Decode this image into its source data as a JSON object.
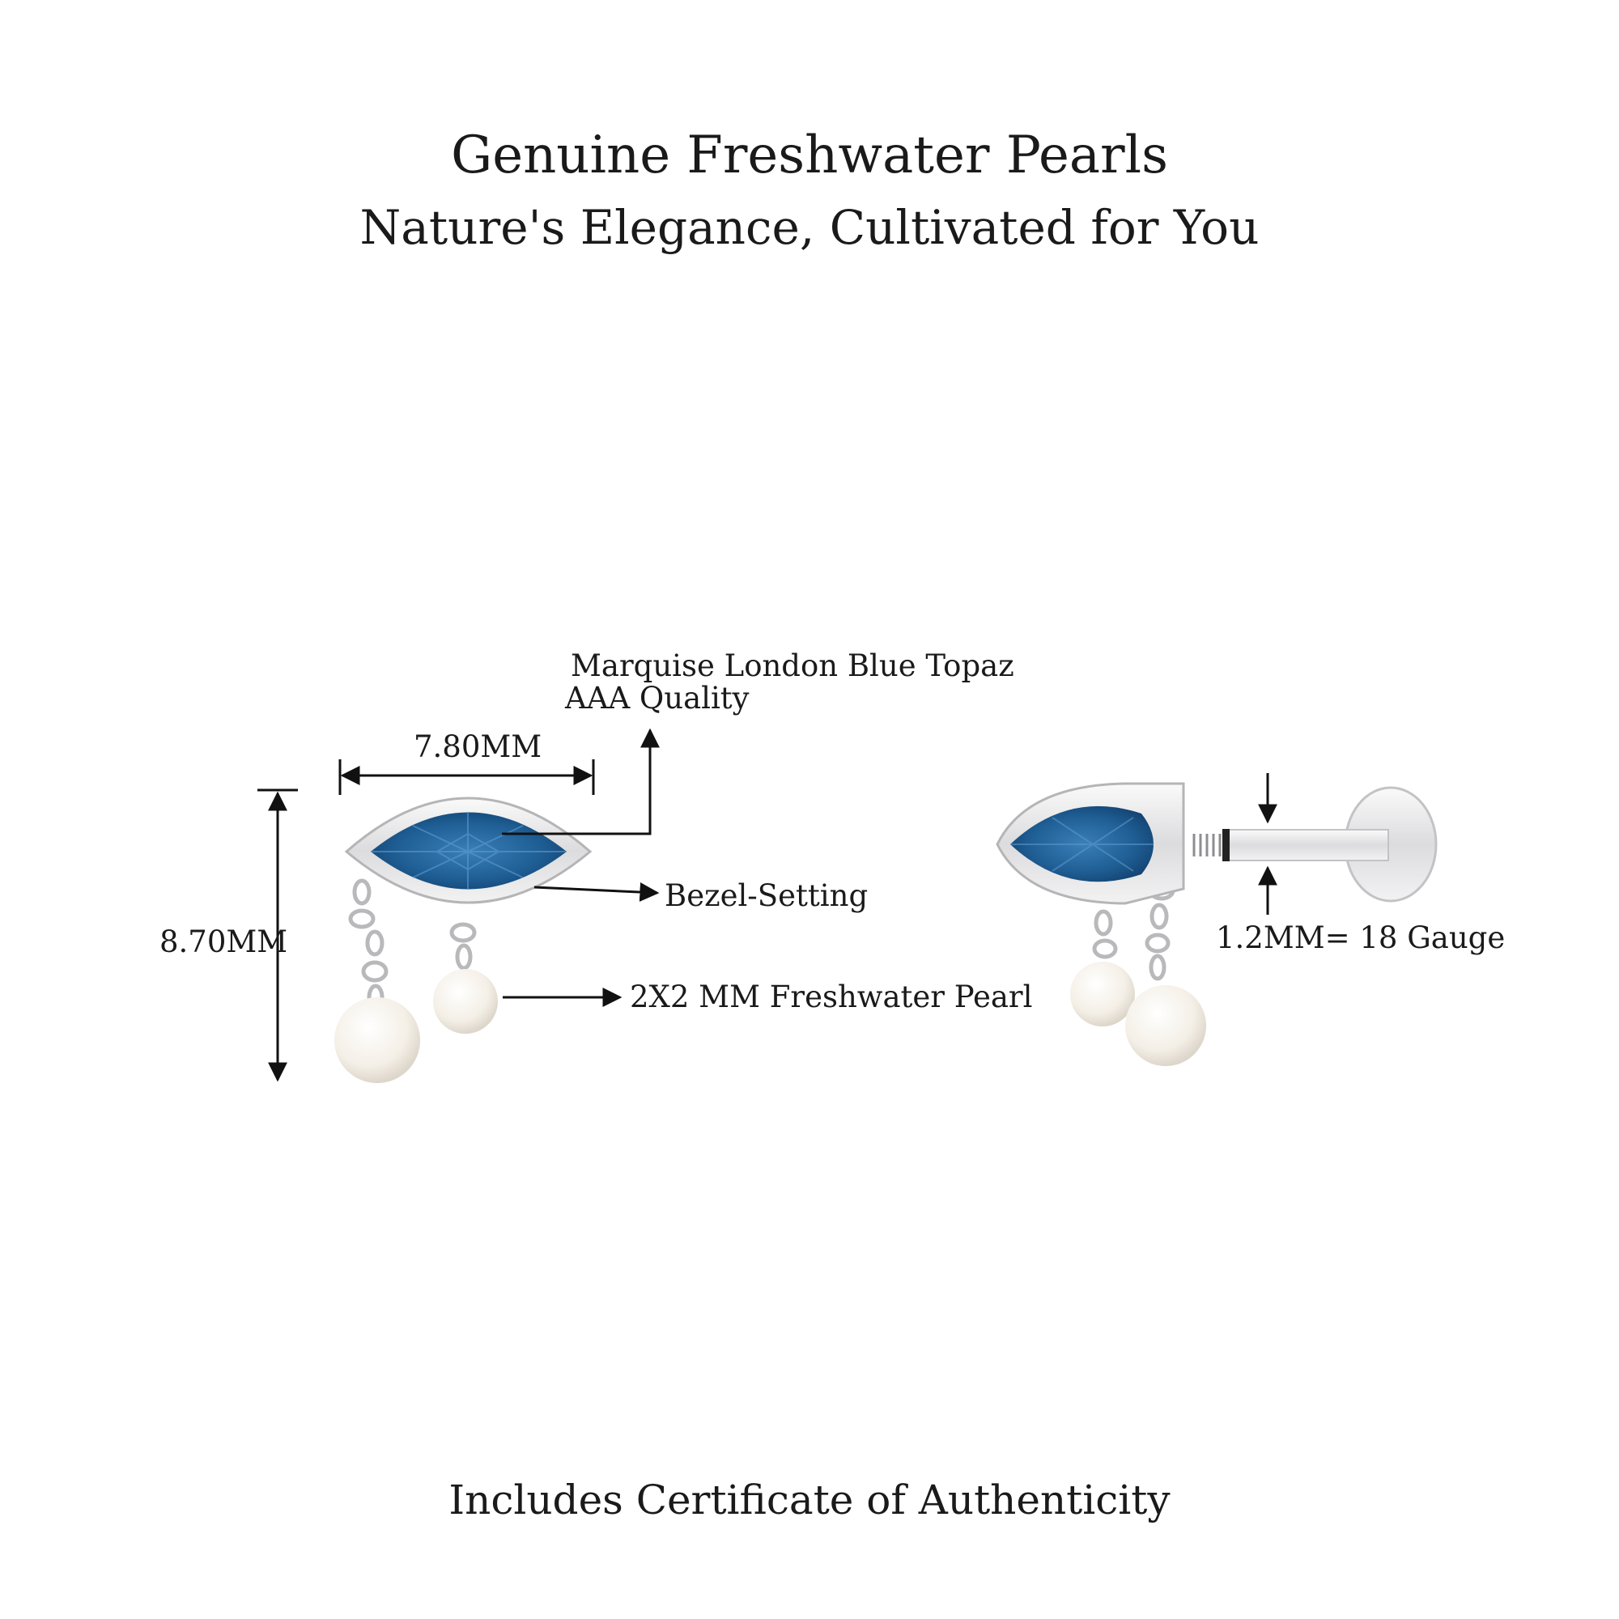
{
  "header": {
    "title": "Genuine Freshwater Pearls",
    "subtitle": "Nature's Elegance, Cultivated for You"
  },
  "labels": {
    "gem_line1": "Marquise   London Blue Topaz",
    "gem_line2": "AAA Quality",
    "width_dim": "7.80MM",
    "height_dim": "8.70MM",
    "setting": "Bezel-Setting",
    "pearl": "2X2 MM Freshwater Pearl",
    "gauge": "1.2MM=  18 Gauge"
  },
  "footer": {
    "text": "Includes Certificate of Authenticity"
  },
  "colors": {
    "gem": "#1f5f95",
    "gem_dark": "#12406e",
    "metal": "#e8e8ea",
    "pearl": "#f7f3ec"
  }
}
